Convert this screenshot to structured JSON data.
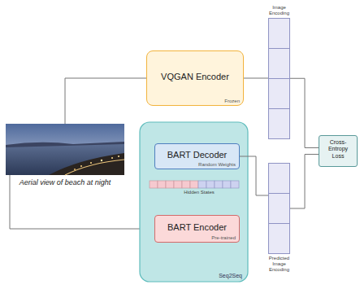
{
  "diagram": {
    "nodes": [
      {
        "text": [
          "VQGAN Encoder",
          "Frozen"
        ]
      },
      {
        "text": [
          "Seq2Seq"
        ]
      },
      {
        "text": [
          "BART Decoder",
          "Random Weights"
        ],
        "in": 1
      },
      {
        "text": [
          "BART Encoder",
          "Pre-trained"
        ],
        "in": 1
      },
      {
        "text": [
          "Image Encoding"
        ]
      },
      {
        "text": [
          "Predicted Image Encoding"
        ]
      },
      {
        "text": [
          "Cross-Entropy Loss"
        ]
      }
    ],
    "edges": [
      {
        "from": 0,
        "to": 4,
        "arrow": "none"
      },
      {
        "from": 2,
        "to": 5,
        "arrow": "none"
      },
      {
        "from": 4,
        "to": 6,
        "arrow": "none"
      },
      {
        "from": 5,
        "to": 6,
        "arrow": "none"
      }
    ],
    "labels": [
      "Aerial view of beach at night",
      "Hidden States"
    ]
  }
}
